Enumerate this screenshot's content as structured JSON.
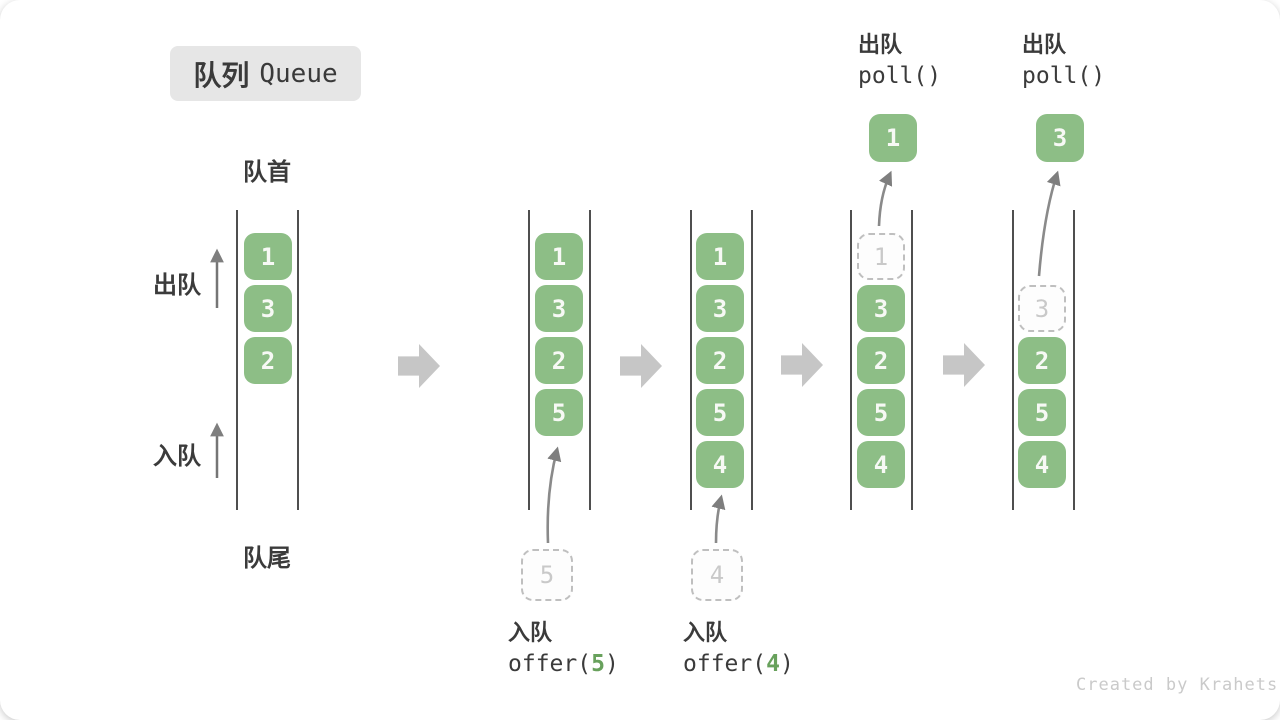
{
  "title": {
    "zh": "队列",
    "en": "Queue"
  },
  "labels": {
    "front": "队首",
    "rear": "队尾",
    "dequeue": "出队",
    "enqueue": "入队"
  },
  "watermark": "Created by Krahets",
  "colors": {
    "cell_green": "#8dbe86",
    "code_arg_green": "#68a15c",
    "block_arrow_gray": "#c6c6c6",
    "ghost_border": "#bfbfbf",
    "title_bg": "#e6e6e6"
  },
  "stages": [
    {
      "cells": [
        "1",
        "3",
        "2"
      ]
    },
    {
      "cells": [
        "1",
        "3",
        "2",
        "5"
      ],
      "incoming": "5",
      "op_zh": "入队",
      "op_fn": "offer(",
      "op_arg": "5",
      "op_close": ")"
    },
    {
      "cells": [
        "1",
        "3",
        "2",
        "5",
        "4"
      ],
      "incoming": "4",
      "op_zh": "入队",
      "op_fn": "offer(",
      "op_arg": "4",
      "op_close": ")"
    },
    {
      "ghost": "1",
      "cells": [
        "3",
        "2",
        "5",
        "4"
      ],
      "popped": "1",
      "op_zh": "出队",
      "op_fn": "poll()"
    },
    {
      "ghost": "3",
      "cells": [
        "2",
        "5",
        "4"
      ],
      "popped": "3",
      "op_zh": "出队",
      "op_fn": "poll()"
    }
  ]
}
